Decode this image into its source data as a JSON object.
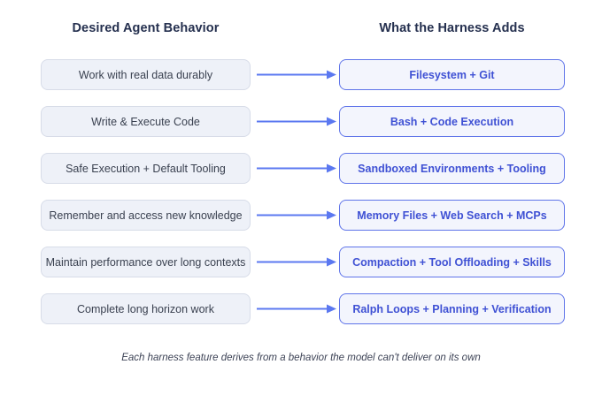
{
  "page": {
    "left_header": "Desired Agent Behavior",
    "right_header": "What the Harness Adds",
    "caption": "Each harness feature derives from a behavior the model can't deliver on its own"
  },
  "colors": {
    "arrow_blue": "#5b78f0",
    "harness_box_border": "#5f74e9",
    "harness_box_text": "#3f51d4",
    "harness_box_bg": "#f3f5fd",
    "behavior_box_bg": "#eef1f8",
    "behavior_box_border": "#d7dce8",
    "behavior_box_text": "#3a4150",
    "header_text": "#25304f",
    "caption_text": "#3d4356"
  },
  "rows": [
    {
      "left": "Work with real data durably",
      "right": "Filesystem + Git"
    },
    {
      "left": "Write & Execute Code",
      "right": "Bash + Code Execution"
    },
    {
      "left": "Safe Execution + Default Tooling",
      "right": "Sandboxed Environments + Tooling"
    },
    {
      "left": "Remember and access new knowledge",
      "right": "Memory Files + Web Search + MCPs"
    },
    {
      "left": "Maintain performance over long contexts",
      "right": "Compaction + Tool Offloading + Skills"
    },
    {
      "left": "Complete long horizon work",
      "right": "Ralph Loops + Planning + Verification"
    }
  ]
}
